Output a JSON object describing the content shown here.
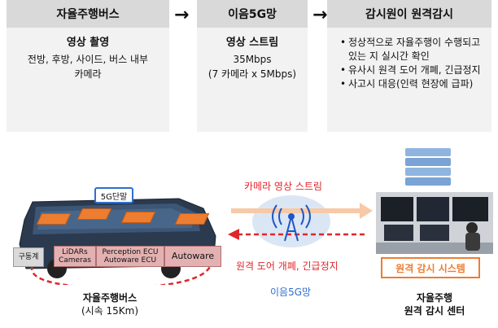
{
  "steps": [
    {
      "title": "자율주행버스",
      "strong": "영상 촬영",
      "lines": [
        "전방, 후방, 사이드, 버스 내부",
        "카메라"
      ]
    },
    {
      "title": "이음5G망",
      "strong": "영상 스트림",
      "lines": [
        "35Mbps",
        "(7 카메라 x 5Mbps)"
      ]
    },
    {
      "title": "감시원이 원격감시",
      "items": [
        "정상적으로 자율주행이 수행되고 있는 지 실시간 확인",
        "유사시 원격 도어 개폐, 긴급정지",
        "사고시 대응(인력 현장에 급파)"
      ]
    }
  ],
  "arrow_glyph": "→",
  "bus": {
    "badge": "5G단말",
    "chips": [
      "구동계",
      "LiDARs\nCameras",
      "Perception ECU\nAutoware ECU",
      "Autoware"
    ],
    "name": "자율주행버스",
    "speed": "(시속 15Km)"
  },
  "link": {
    "upstream": "카메라 영상 스트림",
    "downstream": "원격 도어 개폐, 긴급정지",
    "network": "이음5G망"
  },
  "center": {
    "system_label": "원격 감시 시스템",
    "name_line1": "자율주행",
    "name_line2": "원격 감시 센터"
  },
  "colors": {
    "orange": "#ed7d31",
    "red": "#e0262b",
    "blue": "#2f6fd0",
    "server": "#8fb4e0"
  }
}
